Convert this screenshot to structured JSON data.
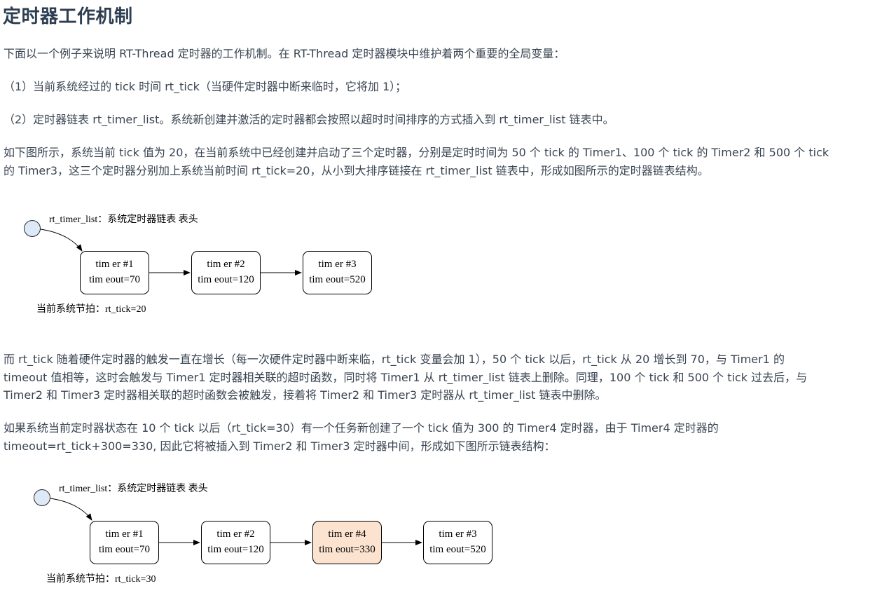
{
  "title": "定时器工作机制",
  "paragraphs": {
    "p1": "下面以一个例子来说明 RT-Thread 定时器的工作机制。在 RT-Thread 定时器模块中维护着两个重要的全局变量：",
    "p2": "（1）当前系统经过的 tick 时间 rt_tick（当硬件定时器中断来临时，它将加 1）；",
    "p3": "（2）定时器链表 rt_timer_list。系统新创建并激活的定时器都会按照以超时时间排序的方式插入到 rt_timer_list 链表中。",
    "p4_line1": "如下图所示，系统当前 tick 值为 20，在当前系统中已经创建并启动了三个定时器，分别是定时时间为 50 个 tick 的 Timer1、100 个 tick 的 Timer2 和 500 个 tick",
    "p4_line2": "的 Timer3，这三个定时器分别加上系统当前时间 rt_tick=20，从小到大排序链接在 rt_timer_list 链表中，形成如图所示的定时器链表结构。",
    "p5_line1": "而 rt_tick 随着硬件定时器的触发一直在增长（每一次硬件定时器中断来临，rt_tick 变量会加 1），50 个 tick 以后，rt_tick 从 20 增长到 70，与 Timer1 的",
    "p5_line2": "timeout 值相等，这时会触发与 Timer1 定时器相关联的超时函数，同时将 Timer1 从 rt_timer_list 链表上删除。同理，100 个 tick 和 500 个 tick 过去后，与",
    "p5_line3": "Timer2 和 Timer3 定时器相关联的超时函数会被触发，接着将 Timer2 和 Timer3 定时器从 rt_timer_list 链表中删除。",
    "p6_line1": "如果系统当前定时器状态在 10 个 tick 以后（rt_tick=30）有一个任务新创建了一个 tick 值为 300 的 Timer4 定时器，由于 Timer4 定时器的",
    "p6_line2": "timeout=rt_tick+300=330, 因此它将被插入到 Timer2 和 Timer3 定时器中间，形成如下图所示链表结构："
  },
  "diagram1": {
    "head_label": "rt_timer_list：系统定时器链表 表头",
    "tick_label": "当前系统节拍：rt_tick=20",
    "nodes": [
      {
        "name": "tim er #1",
        "timeout": "tim eout=70"
      },
      {
        "name": "tim er #2",
        "timeout": "tim eout=120"
      },
      {
        "name": "tim er #3",
        "timeout": "tim eout=520"
      }
    ]
  },
  "diagram2": {
    "head_label": "rt_timer_list：系统定时器链表 表头",
    "tick_label": "当前系统节拍：rt_tick=30",
    "nodes": [
      {
        "name": "tim er #1",
        "timeout": "tim eout=70"
      },
      {
        "name": "tim er #2",
        "timeout": "tim eout=120"
      },
      {
        "name": "tim er #4",
        "timeout": "tim eout=330",
        "highlight_color": "#fbe3d0"
      },
      {
        "name": "tim er #3",
        "timeout": "tim eout=520"
      }
    ]
  }
}
